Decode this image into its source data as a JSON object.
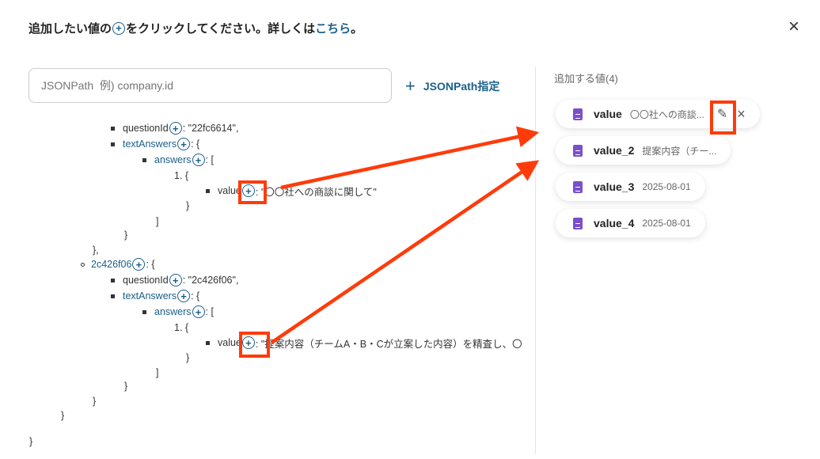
{
  "header": {
    "title_pre": "追加したい値の",
    "title_mid": "をクリックしてください。詳しくは",
    "title_link": "こちら",
    "title_end": "。",
    "close": "×"
  },
  "search": {
    "placeholder": "JSONPath  例) company.id"
  },
  "jsonpath_button": {
    "icon": "+",
    "label": "JSONPath指定"
  },
  "tree": [
    {
      "text": "questionId",
      "key": false,
      "plus": true,
      "rest": ": \"22fc6614\",",
      "bullet": "sq"
    },
    {
      "text": "textAnswers",
      "key": true,
      "plus": true,
      "rest": ": {",
      "bullet": "sq"
    },
    {
      "text": "answers",
      "key": true,
      "plus": true,
      "rest": ": [",
      "bullet": "sq"
    },
    {
      "text": "1. {",
      "bullet": "none"
    },
    {
      "text": "value",
      "key": false,
      "plus": true,
      "rest": ": \"〇〇社への商談に関して\"",
      "bullet": "sq"
    },
    {
      "text": "}",
      "bullet": "none"
    },
    {
      "text": "]",
      "bullet": "none"
    },
    {
      "text": "}",
      "bullet": "none"
    },
    {
      "text": "},",
      "bullet": "none"
    },
    {
      "text": "2c426f06",
      "key": true,
      "plus": true,
      "rest": ": {",
      "bullet": "circ"
    },
    {
      "text": "questionId",
      "key": false,
      "plus": true,
      "rest": ": \"2c426f06\",",
      "bullet": "sq"
    },
    {
      "text": "textAnswers",
      "key": true,
      "plus": true,
      "rest": ": {",
      "bullet": "sq"
    },
    {
      "text": "answers",
      "key": true,
      "plus": true,
      "rest": ": [",
      "bullet": "sq"
    },
    {
      "text": "1. {",
      "bullet": "none"
    },
    {
      "text": "value",
      "key": false,
      "plus": true,
      "rest": ": \"提案内容（チームA・B・Cが立案した内容）を精査し、〇",
      "bullet": "sq"
    },
    {
      "text": "}",
      "bullet": "none"
    },
    {
      "text": "]",
      "bullet": "none"
    },
    {
      "text": "}",
      "bullet": "none"
    },
    {
      "text": "}",
      "bullet": "none"
    },
    {
      "text": "}",
      "bullet": "none"
    },
    {
      "text": "}",
      "bullet": "none"
    }
  ],
  "right": {
    "title": "追加する値(4)",
    "chips": [
      {
        "name": "value",
        "value": "〇〇社への商談..."
      },
      {
        "name": "value_2",
        "value": "提案内容（チー..."
      },
      {
        "name": "value_3",
        "value": "2025-08-01"
      },
      {
        "name": "value_4",
        "value": "2025-08-01"
      }
    ],
    "edit_icon": "✎",
    "remove_icon": "×"
  },
  "colors": {
    "accent": "#1a5f8a",
    "highlight": "#ff3b0a",
    "doc": "#7b4fc9"
  }
}
